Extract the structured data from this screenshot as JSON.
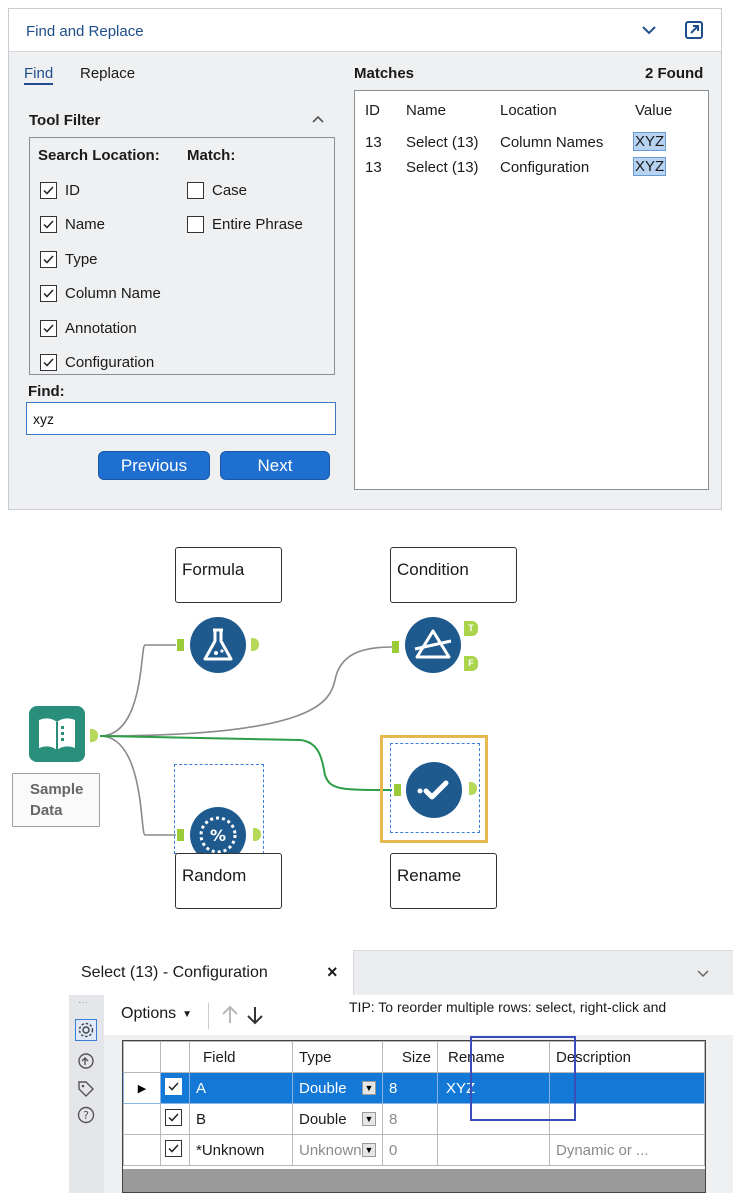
{
  "find_replace": {
    "title": "Find and Replace",
    "tabs": {
      "find": "Find",
      "replace": "Replace"
    },
    "tool_filter": "Tool Filter",
    "search_location_label": "Search Location:",
    "match_label": "Match:",
    "search_locations": [
      {
        "label": "ID",
        "checked": true
      },
      {
        "label": "Name",
        "checked": true
      },
      {
        "label": "Type",
        "checked": true
      },
      {
        "label": "Column Name",
        "checked": true
      },
      {
        "label": "Annotation",
        "checked": true
      },
      {
        "label": "Configuration",
        "checked": true
      }
    ],
    "match_options": [
      {
        "label": "Case",
        "checked": false
      },
      {
        "label": "Entire Phrase",
        "checked": false
      }
    ],
    "find_label": "Find:",
    "find_value": "xyz",
    "previous_button": "Previous",
    "next_button": "Next",
    "matches_title": "Matches",
    "found_count": "2 Found",
    "matches_columns": [
      "ID",
      "Name",
      "Location",
      "Value"
    ],
    "matches_rows": [
      {
        "id": "13",
        "name": "Select (13)",
        "location": "Column Names",
        "value": "XYZ"
      },
      {
        "id": "13",
        "name": "Select (13)",
        "location": "Configuration",
        "value": "XYZ"
      }
    ]
  },
  "workflow": {
    "tools": {
      "sample_data": "Sample\nData",
      "formula": "Formula",
      "condition": "Condition",
      "random": "Random",
      "rename": "Rename"
    },
    "condition_anchors": {
      "true": "T",
      "false": "F"
    },
    "colors": {
      "tool_blue": "#1f5a8f",
      "anchor_green": "#9ccb3a",
      "connection_selected": "#2e9e46",
      "selected_frame": "#e6b850"
    }
  },
  "config": {
    "tab_title": "Select (13) - Configuration",
    "close_glyph": "×",
    "options_label": "Options",
    "tip": "TIP: To reorder multiple rows: select, right-click and",
    "columns": [
      "Field",
      "Type",
      "Size",
      "Rename",
      "Description"
    ],
    "rows": [
      {
        "checked": true,
        "field": "A",
        "type": "Double",
        "size": "8",
        "rename": "XYZ",
        "description": "",
        "selected": true
      },
      {
        "checked": true,
        "field": "B",
        "type": "Double",
        "size": "8",
        "rename": "",
        "description": "",
        "selected": false
      },
      {
        "checked": true,
        "field": "*Unknown",
        "type": "Unknown",
        "size": "0",
        "rename": "",
        "description": "Dynamic or ...",
        "selected": false
      }
    ],
    "sidebar_icons": [
      "gear-icon",
      "sync-icon",
      "tag-icon",
      "help-icon"
    ]
  }
}
